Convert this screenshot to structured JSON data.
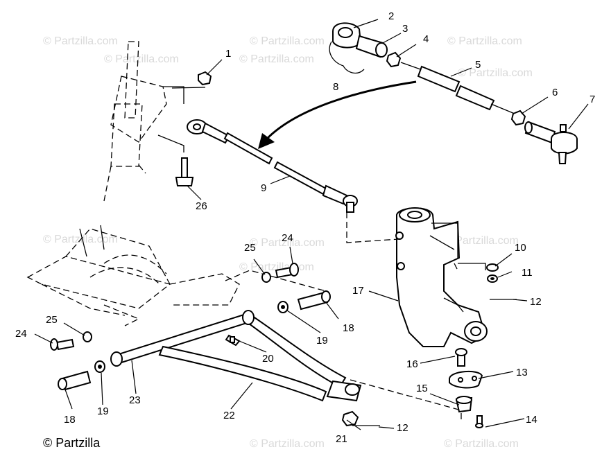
{
  "diagram": {
    "callouts": [
      {
        "id": "c1",
        "text": "1"
      },
      {
        "id": "c2",
        "text": "2"
      },
      {
        "id": "c3",
        "text": "3"
      },
      {
        "id": "c4",
        "text": "4"
      },
      {
        "id": "c5",
        "text": "5"
      },
      {
        "id": "c6",
        "text": "6"
      },
      {
        "id": "c7",
        "text": "7"
      },
      {
        "id": "c8",
        "text": "8"
      },
      {
        "id": "c9",
        "text": "9"
      },
      {
        "id": "c10",
        "text": "10"
      },
      {
        "id": "c11",
        "text": "11"
      },
      {
        "id": "c12a",
        "text": "12"
      },
      {
        "id": "c12b",
        "text": "12"
      },
      {
        "id": "c13",
        "text": "13"
      },
      {
        "id": "c14",
        "text": "14"
      },
      {
        "id": "c15",
        "text": "15"
      },
      {
        "id": "c16",
        "text": "16"
      },
      {
        "id": "c17",
        "text": "17"
      },
      {
        "id": "c18a",
        "text": "18"
      },
      {
        "id": "c18b",
        "text": "18"
      },
      {
        "id": "c19a",
        "text": "19"
      },
      {
        "id": "c19b",
        "text": "19"
      },
      {
        "id": "c20",
        "text": "20"
      },
      {
        "id": "c21",
        "text": "21"
      },
      {
        "id": "c22",
        "text": "22"
      },
      {
        "id": "c23",
        "text": "23"
      },
      {
        "id": "c24a",
        "text": "24"
      },
      {
        "id": "c24b",
        "text": "24"
      },
      {
        "id": "c25a",
        "text": "25"
      },
      {
        "id": "c25b",
        "text": "25"
      },
      {
        "id": "c26",
        "text": "26"
      }
    ],
    "watermark": "© Partzilla.com",
    "copyright": "© Partzilla"
  }
}
